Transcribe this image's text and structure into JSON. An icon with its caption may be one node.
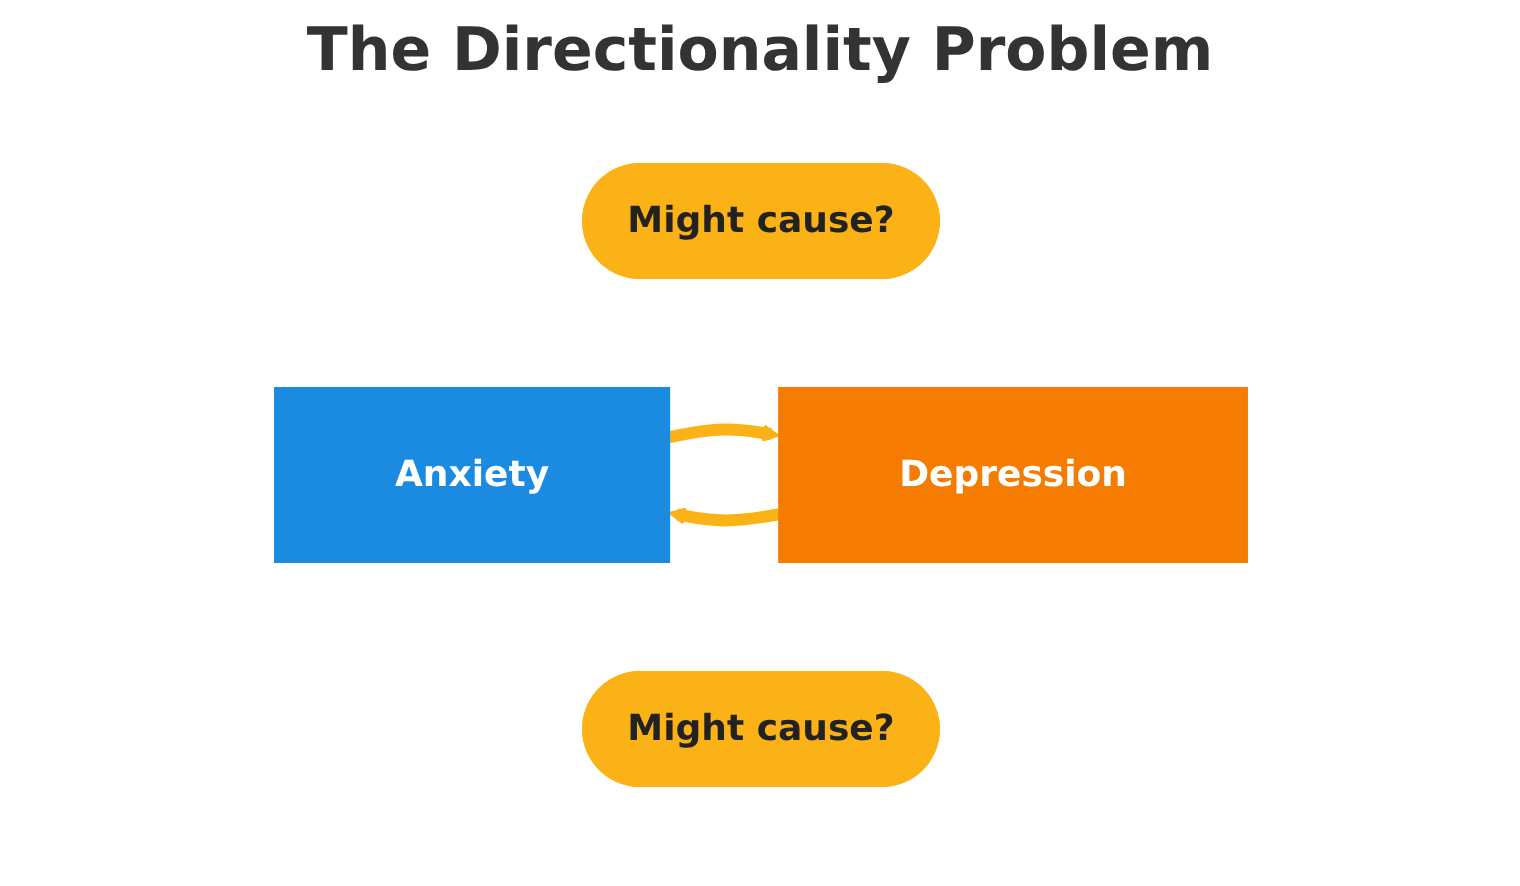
{
  "diagram": {
    "title": "The Directionality Problem",
    "nodes": [
      {
        "text": [
          "Might cause?"
        ]
      },
      {
        "text": [
          "Anxiety"
        ]
      },
      {
        "text": [
          "Depression"
        ]
      },
      {
        "text": [
          "Might cause?"
        ]
      }
    ],
    "edges": [
      {
        "from": 1,
        "to": 2,
        "arrow": "to"
      },
      {
        "from": 2,
        "to": 1,
        "arrow": "to"
      }
    ]
  }
}
